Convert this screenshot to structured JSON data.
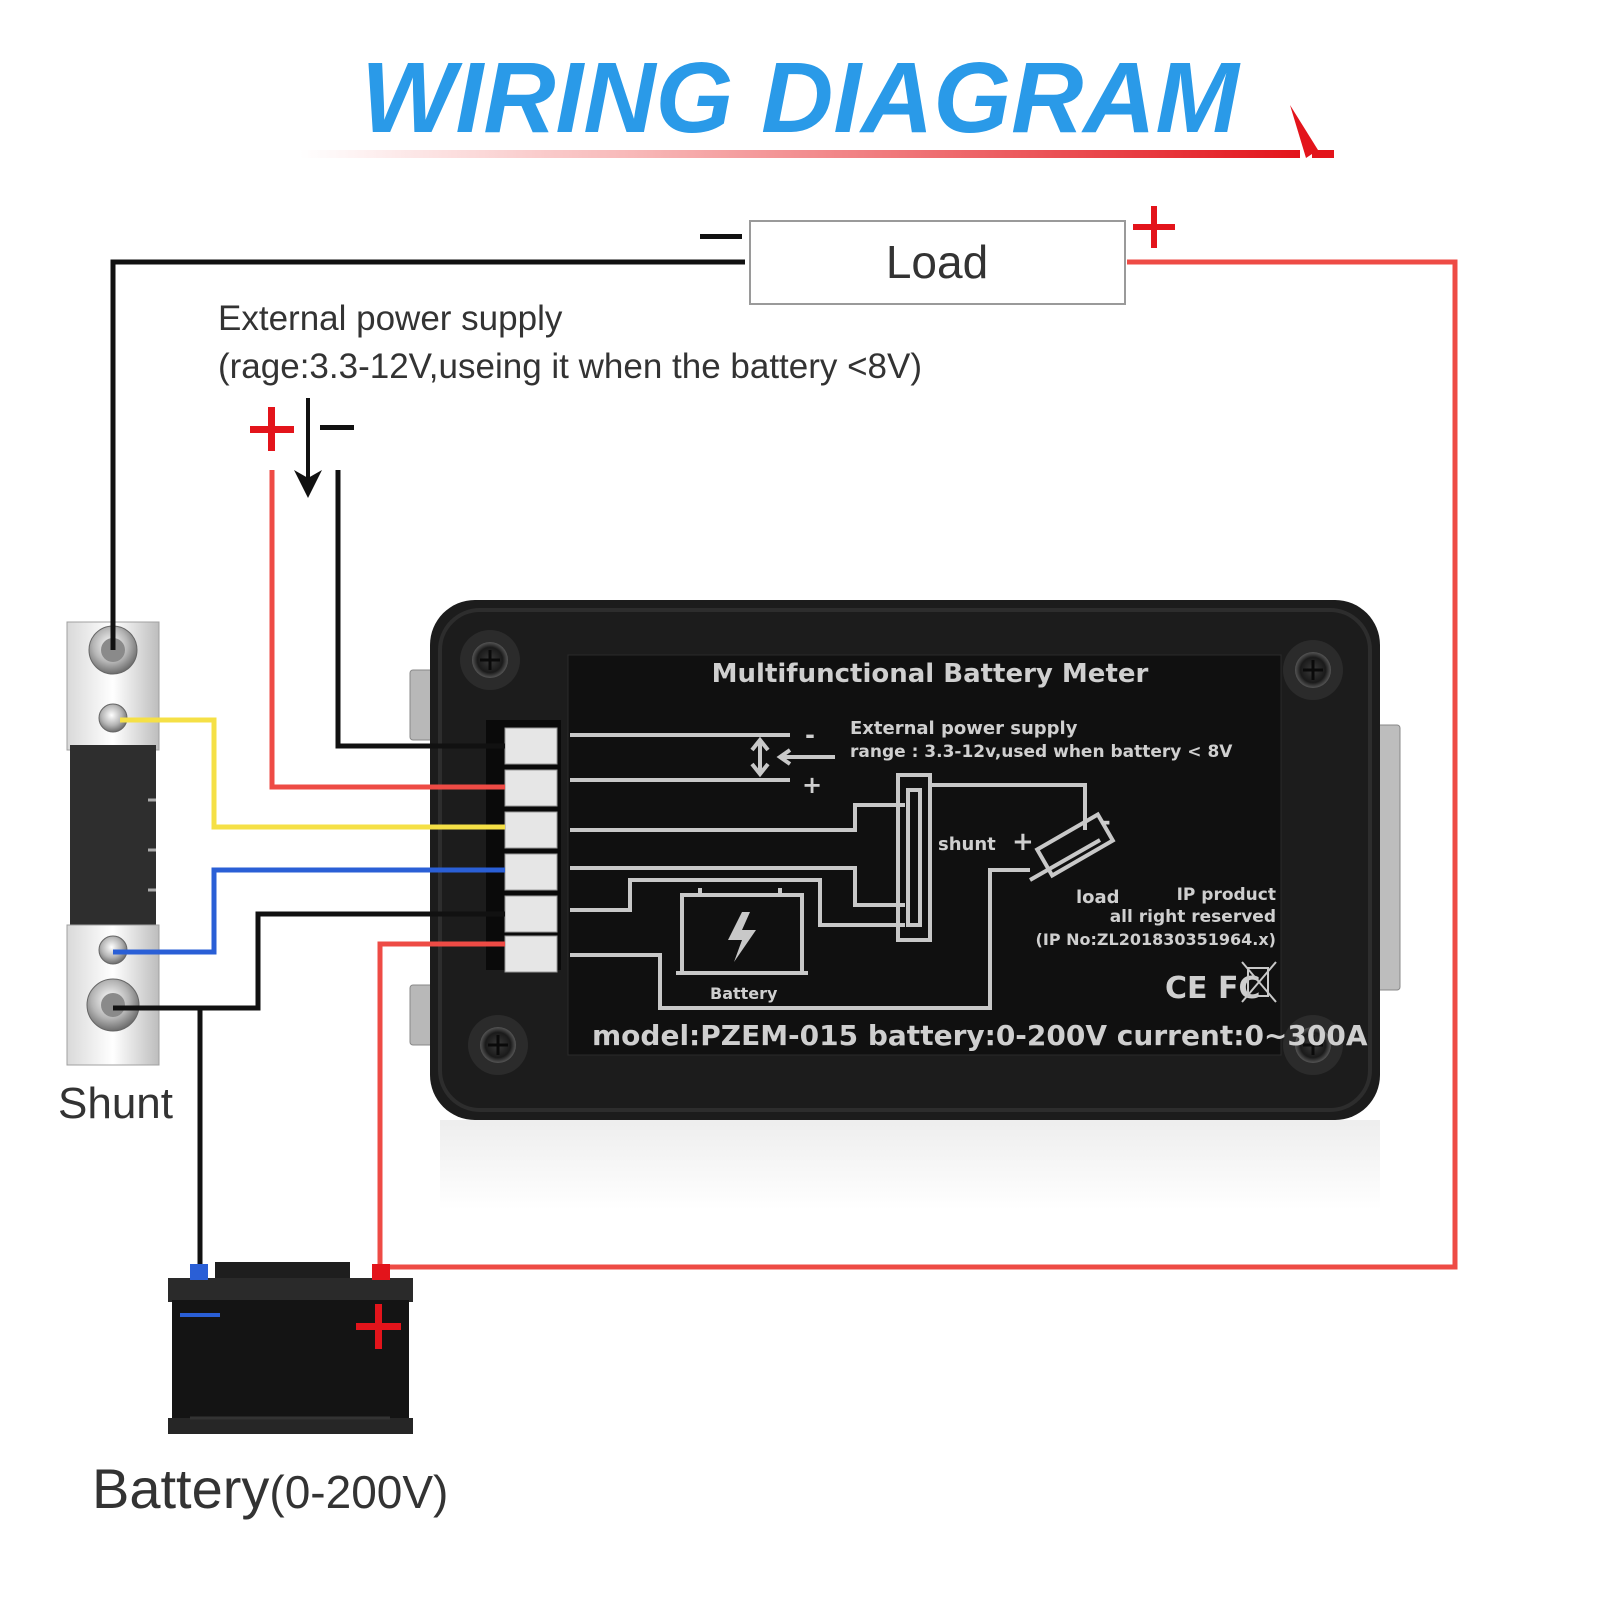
{
  "title": "WIRING DIAGRAM",
  "load": {
    "label": "Load",
    "neg_sign": "−",
    "pos_sign": "+"
  },
  "external_supply": {
    "line1": "External power supply",
    "line2": "(rage:3.3-12V,useing it when the battery <8V)",
    "pos_sign": "+",
    "neg_sign": "−"
  },
  "shunt": {
    "label": "Shunt"
  },
  "battery": {
    "label": "Battery",
    "range": "(0-200V)",
    "neg_sign": "−",
    "pos_sign": "+"
  },
  "meter": {
    "heading": "Multifunctional Battery Meter",
    "ext_line1": "External power supply",
    "ext_line2": "range : 3.3-12v,used when battery < 8V",
    "minus": "-",
    "plus": "+",
    "shunt_label": "shunt",
    "load_label": "load",
    "battery_label": "Battery",
    "ip_line1": "IP product",
    "ip_line2": "all right reserved",
    "ip_line3": "(IP No:ZL201830351964.x)",
    "certs": "CE FC",
    "model_line": "model:PZEM-015 battery:0-200V current:0~300A"
  },
  "colors": {
    "title_blue": "#2a9ae8",
    "wire_red": "#ee4b45",
    "wire_black": "#111111",
    "wire_yellow": "#f5e046",
    "wire_blue": "#2a5fd6",
    "sign_red": "#e3141b",
    "meter_body": "#1c1c1c",
    "meter_print": "#c8c8c8"
  }
}
